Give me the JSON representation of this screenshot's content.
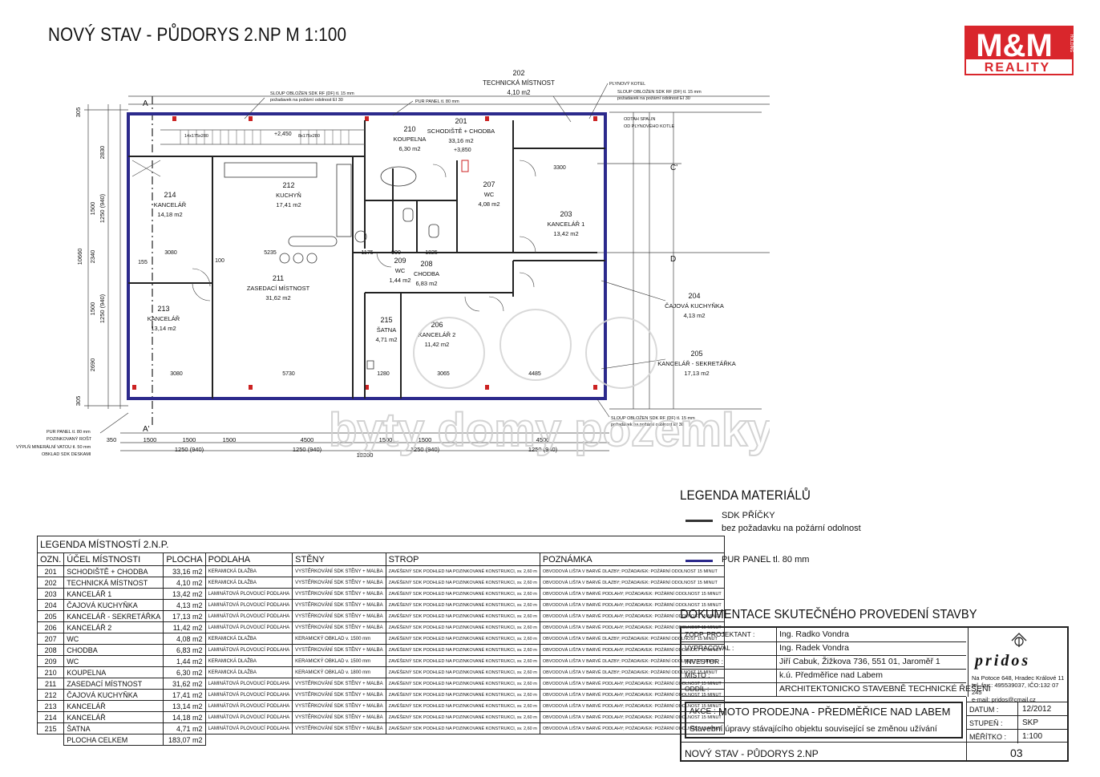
{
  "title": "NOVÝ STAV - PŮDORYS 2.NP M 1:100",
  "logo": {
    "line1": "M&M",
    "line2": "REALITY",
    "side": "HOLDING",
    "color": "#d9262c"
  },
  "watermark": "byty domy pozemky",
  "plan_labels": {
    "r202": {
      "num": "202",
      "name": "TECHNICKÁ MÍSTNOST",
      "area": "4,10 m2"
    },
    "r210": {
      "num": "210",
      "name": "KOUPELNA",
      "area": "6,30 m2"
    },
    "r201": {
      "num": "201",
      "name": "SCHODIŠTĚ + CHODBA",
      "area": "33,16 m2"
    },
    "r214": {
      "num": "214",
      "name": "KANCELÁŘ",
      "area": "14,18 m2"
    },
    "r212": {
      "num": "212",
      "name": "KUCHYŇ",
      "area": "17,41 m2"
    },
    "r207": {
      "num": "207",
      "name": "WC",
      "area": "4,08 m2"
    },
    "r203": {
      "num": "203",
      "name": "KANCELÁŘ 1",
      "area": "13,42 m2"
    },
    "r211": {
      "num": "211",
      "name": "ZASEDACÍ MÍSTNOST",
      "area": "31,62 m2"
    },
    "r209": {
      "num": "209",
      "name": "WC",
      "area": "1,44 m2"
    },
    "r208": {
      "num": "208",
      "name": "CHODBA",
      "area": "6,83 m2"
    },
    "r213": {
      "num": "213",
      "name": "KANCELÁŘ",
      "area": "13,14 m2"
    },
    "r215": {
      "num": "215",
      "name": "ŠATNA",
      "area": "4,71 m2"
    },
    "r206": {
      "num": "206",
      "name": "KANCELÁŘ 2",
      "area": "11,42 m2"
    },
    "r204": {
      "num": "204",
      "name": "ČAJOVÁ KUCHYŇKA",
      "area": "4,13 m2"
    },
    "r205": {
      "num": "205",
      "name": "KANCELÁŘ - SEKRETÁŘKA",
      "area": "17,13 m2"
    },
    "note_sloup_top": "SLOUP OBLOŽEN SDK RF (DF) tl. 15 mm",
    "note_sloup_top2": "požadavek na požární odolnost EI 30",
    "note_pur": "PUR PANEL tl. 80 mm",
    "note_kotel": "PLYNOVÝ KOTEL",
    "note_sloup_right": "SLOUP OBLOŽEN SDK RF (DF) tl. 15 mm",
    "note_sloup_right2": "požadavek na požární odolnost EI 30",
    "note_odtah": "ODTAH SPALIN",
    "note_odtah2": "OD PLYNOVÉHO KOTLE",
    "note_sloup_bottom": "SLOUP OBLOŽEN SDK RF (DF) tl. 15 mm",
    "note_sloup_bottom2": "požadavek na požární odolnost EI 30",
    "note_left1": "PUR PANEL tl. 80 mm",
    "note_left2": "POZINKOVANÝ ROŠT",
    "note_left3": "VÝPLŇ MINERÁLNÍ VATOU tl. 50 mm",
    "note_left4": "OBKLAD SDK DESKAMI",
    "stairs": "14x175x280",
    "stairs2": "8x175x280",
    "level1": "+2,450",
    "level2": "+3,850",
    "dims_bottom": [
      "1500",
      "1500",
      "1500",
      "4500",
      "1500",
      "1500",
      "4500"
    ],
    "dims_bottom2": [
      "1250 (940)",
      "1250 (940)",
      "1250 (940)",
      "1250 (940)"
    ],
    "dim_total": "18300",
    "dims_left": [
      "305",
      "2830",
      "1500",
      "1250 (940)",
      "2340",
      "1500",
      "1250 (940)",
      "2690",
      "305",
      "10660"
    ],
    "dims_inner": [
      "3080",
      "5235",
      "3080",
      "5730",
      "3300",
      "4485",
      "3065",
      "1280",
      "1825",
      "900",
      "1175",
      "155",
      "100"
    ],
    "section_A": "A",
    "section_A2": "A'",
    "section_C": "C",
    "section_C2": "C'",
    "section_D": "D"
  },
  "legend_materials": {
    "title": "LEGENDA MATERIÁLŮ",
    "items": [
      {
        "label": "SDK PŘÍČKY",
        "sub": "bez požadavku na požární odolnost",
        "color": "#333333"
      },
      {
        "label": "PUR PANEL tl. 80 mm",
        "sub": "",
        "color": "#2c2a8c"
      }
    ]
  },
  "rooms_table": {
    "caption": "LEGENDA MÍSTNOSTÍ 2.N.P.",
    "headers": [
      "OZN.",
      "ÚČEL MÍSTNOSTI",
      "PLOCHA",
      "PODLAHA",
      "STĚNY",
      "STROP",
      "POZNÁMKA"
    ],
    "rows": [
      [
        "201",
        "SCHODIŠTĚ + CHODBA",
        "33,16 m2",
        "KERAMICKÁ DLAŽBA",
        "VYSTĚRKOVÁNÍ SDK STĚNY + MALBA",
        "ZAVĚŠENÝ SDK PODHLED NA POZINKOVANÉ KONSTRUKCI, sv. 2,60 m",
        "OBVODOVÁ LIŠTA V BARVĚ DLAZBY; POŽADAVEK: POŽÁRNÍ ODOLNOST 15 MINUT"
      ],
      [
        "202",
        "TECHNICKÁ MÍSTNOST",
        "4,10 m2",
        "KERAMICKÁ DLAŽBA",
        "VYSTĚRKOVÁNÍ SDK STĚNY + MALBA",
        "ZAVĚŠENÝ SDK PODHLED NA POZINKOVANÉ KONSTRUKCI, sv. 2,60 m",
        "OBVODOVÁ LIŠTA V BARVĚ DLAZBY; POŽADAVEK: POŽÁRNÍ ODOLNOST 15 MINUT"
      ],
      [
        "203",
        "KANCELÁŘ 1",
        "13,42 m2",
        "LAMINÁTOVÁ PLOVOUCÍ PODLAHA",
        "VYSTĚRKOVÁNÍ SDK STĚNY + MALBA",
        "ZAVĚŠENÝ SDK PODHLED NA POZINKOVANÉ KONSTRUKCI, sv. 2,60 m",
        "OBVODOVÁ LIŠTA V BARVĚ PODLAHY; POŽADAVEK: POŽÁRNÍ ODOLNOST 15 MINUT"
      ],
      [
        "204",
        "ČAJOVÁ KUCHYŇKA",
        "4,13 m2",
        "LAMINÁTOVÁ PLOVOUCÍ PODLAHA",
        "VYSTĚRKOVÁNÍ SDK STĚNY + MALBA",
        "ZAVĚŠENÝ SDK PODHLED NA POZINKOVANÉ KONSTRUKCI, sv. 2,60 m",
        "OBVODOVÁ LIŠTA V BARVĚ PODLAHY; POŽADAVEK: POŽÁRNÍ ODOLNOST 15 MINUT"
      ],
      [
        "205",
        "KANCELÁŘ - SEKRETÁŘKA",
        "17,13 m2",
        "LAMINÁTOVÁ PLOVOUCÍ PODLAHA",
        "VYSTĚRKOVÁNÍ SDK STĚNY + MALBA",
        "ZAVĚŠENÝ SDK PODHLED NA POZINKOVANÉ KONSTRUKCI, sv. 2,60 m",
        "OBVODOVÁ LIŠTA V BARVĚ PODLAHY; POŽADAVEK: POŽÁRNÍ ODOLNOST 15 MINUT"
      ],
      [
        "206",
        "KANCELÁŘ 2",
        "11,42 m2",
        "LAMINÁTOVÁ PLOVOUCÍ PODLAHA",
        "VYSTĚRKOVÁNÍ SDK STĚNY + MALBA",
        "ZAVĚŠENÝ SDK PODHLED NA POZINKOVANÉ KONSTRUKCI, sv. 2,60 m",
        "OBVODOVÁ LIŠTA V BARVĚ PODLAHY; POŽADAVEK: POŽÁRNÍ ODOLNOST 15 MINUT"
      ],
      [
        "207",
        "WC",
        "4,08 m2",
        "KERAMICKÁ DLAŽBA",
        "KERAMICKÝ OBKLAD v. 1500 mm",
        "ZAVĚŠENÝ SDK PODHLED NA POZINKOVANÉ KONSTRUKCI, sv. 2,60 m",
        "OBVODOVÁ LIŠTA V BARVĚ DLAZBY; POŽADAVEK: POŽÁRNÍ ODOLNOST 15 MINUT"
      ],
      [
        "208",
        "CHODBA",
        "6,83 m2",
        "LAMINÁTOVÁ PLOVOUCÍ PODLAHA",
        "VYSTĚRKOVÁNÍ SDK STĚNY + MALBA",
        "ZAVĚŠENÝ SDK PODHLED NA POZINKOVANÉ KONSTRUKCI, sv. 2,60 m",
        "OBVODOVÁ LIŠTA V BARVĚ PODLAHY; POŽADAVEK: POŽÁRNÍ ODOLNOST 15 MINUT"
      ],
      [
        "209",
        "WC",
        "1,44 m2",
        "KERAMICKÁ DLAŽBA",
        "KERAMICKÝ OBKLAD v. 1500 mm",
        "ZAVĚŠENÝ SDK PODHLED NA POZINKOVANÉ KONSTRUKCI, sv. 2,60 m",
        "OBVODOVÁ LIŠTA V BARVĚ DLAZBY; POŽADAVEK: POŽÁRNÍ ODOLNOST 15 MINUT"
      ],
      [
        "210",
        "KOUPELNA",
        "6,30 m2",
        "KERAMICKÁ DLAŽBA",
        "KERAMICKÝ OBKLAD v. 1800 mm",
        "ZAVĚŠENÝ SDK PODHLED NA POZINKOVANÉ KONSTRUKCI, sv. 2,60 m",
        "OBVODOVÁ LIŠTA V BARVĚ DLAZBY; POŽADAVEK: POŽÁRNÍ ODOLNOST 15 MINUT"
      ],
      [
        "211",
        "ZASEDACÍ MÍSTNOST",
        "31,62 m2",
        "LAMINÁTOVÁ PLOVOUCÍ PODLAHA",
        "VYSTĚRKOVÁNÍ SDK STĚNY + MALBA",
        "ZAVĚŠENÝ SDK PODHLED NA POZINKOVANÉ KONSTRUKCI, sv. 2,60 m",
        "OBVODOVÁ LIŠTA V BARVĚ PODLAHY; POŽADAVEK: POŽÁRNÍ ODOLNOST 15 MINUT"
      ],
      [
        "212",
        "ČAJOVÁ KUCHYŇKA",
        "17,41 m2",
        "LAMINÁTOVÁ PLOVOUCÍ PODLAHA",
        "VYSTĚRKOVÁNÍ SDK STĚNY + MALBA",
        "ZAVĚŠENÝ SDK PODHLED NA POZINKOVANÉ KONSTRUKCI, sv. 2,60 m",
        "OBVODOVÁ LIŠTA V BARVĚ PODLAHY; POŽADAVEK: POŽÁRNÍ ODOLNOST 15 MINUT"
      ],
      [
        "213",
        "KANCELÁŘ",
        "13,14 m2",
        "LAMINÁTOVÁ PLOVOUCÍ PODLAHA",
        "VYSTĚRKOVÁNÍ SDK STĚNY + MALBA",
        "ZAVĚŠENÝ SDK PODHLED NA POZINKOVANÉ KONSTRUKCI, sv. 2,60 m",
        "OBVODOVÁ LIŠTA V BARVĚ PODLAHY; POŽADAVEK: POŽÁRNÍ ODOLNOST 15 MINUT"
      ],
      [
        "214",
        "KANCELÁŘ",
        "14,18 m2",
        "LAMINÁTOVÁ PLOVOUCÍ PODLAHA",
        "VYSTĚRKOVÁNÍ SDK STĚNY + MALBA",
        "ZAVĚŠENÝ SDK PODHLED NA POZINKOVANÉ KONSTRUKCI, sv. 2,60 m",
        "OBVODOVÁ LIŠTA V BARVĚ PODLAHY; POŽADAVEK: POŽÁRNÍ ODOLNOST 15 MINUT"
      ],
      [
        "215",
        "ŠATNA",
        "4,71 m2",
        "LAMINÁTOVÁ PLOVOUCÍ PODLAHA",
        "VYSTĚRKOVÁNÍ SDK STĚNY + MALBA",
        "ZAVĚŠENÝ SDK PODHLED NA POZINKOVANÉ KONSTRUKCI, sv. 2,60 m",
        "OBVODOVÁ LIŠTA V BARVĚ PODLAHY; POŽADAVEK: POŽÁRNÍ ODOLNOST 15 MINUT"
      ]
    ],
    "total_label": "PLOCHA CELKEM",
    "total_value": "183,07 m2"
  },
  "title_block": {
    "heading": "DOKUMENTACE SKUTEČNÉHO PROVEDENÍ STAVBY",
    "rows": [
      {
        "key": "ZODP. PROJEKTANT :",
        "value": "Ing. Radko Vondra"
      },
      {
        "key": "VYPRACOVAL :",
        "value": "Ing. Radek Vondra"
      },
      {
        "key": "INVESTOR :",
        "value": "Jiří Cabuk, Žižkova 736, 551 01, Jaroměř 1"
      },
      {
        "key": "MÍSTO :",
        "value": "k.ú. Předměřice nad Labem"
      },
      {
        "key": "ODDÍL :",
        "value": "ARCHITEKTONICKO STAVEBNĚ TECHNICKÉ ŘEŠENÍ"
      }
    ],
    "akce_label": "AKCE :",
    "akce_value": "MOTO PRODEJNA - PŘEDMĚŘICE NAD LABEM",
    "akce_sub": "Stavební úpravy stávajícího objektu související se změnou užívání",
    "side": [
      {
        "key": "DATUM :",
        "value": "12/2012"
      },
      {
        "key": "STUPEŇ :",
        "value": "SKP"
      },
      {
        "key": "MĚŘÍTKO :",
        "value": "1:100"
      }
    ],
    "sheet_name": "NOVÝ STAV - PŮDORYS 2.NP",
    "sheet_number": "03",
    "company": "pridos",
    "company_addr1": "Na Potoce 648, Hradec Králové 11",
    "company_addr2": "tel.,fax.: 495539037, IČO:132 07 245",
    "company_addr3": "e-mail: pridos@cmail.cz"
  }
}
